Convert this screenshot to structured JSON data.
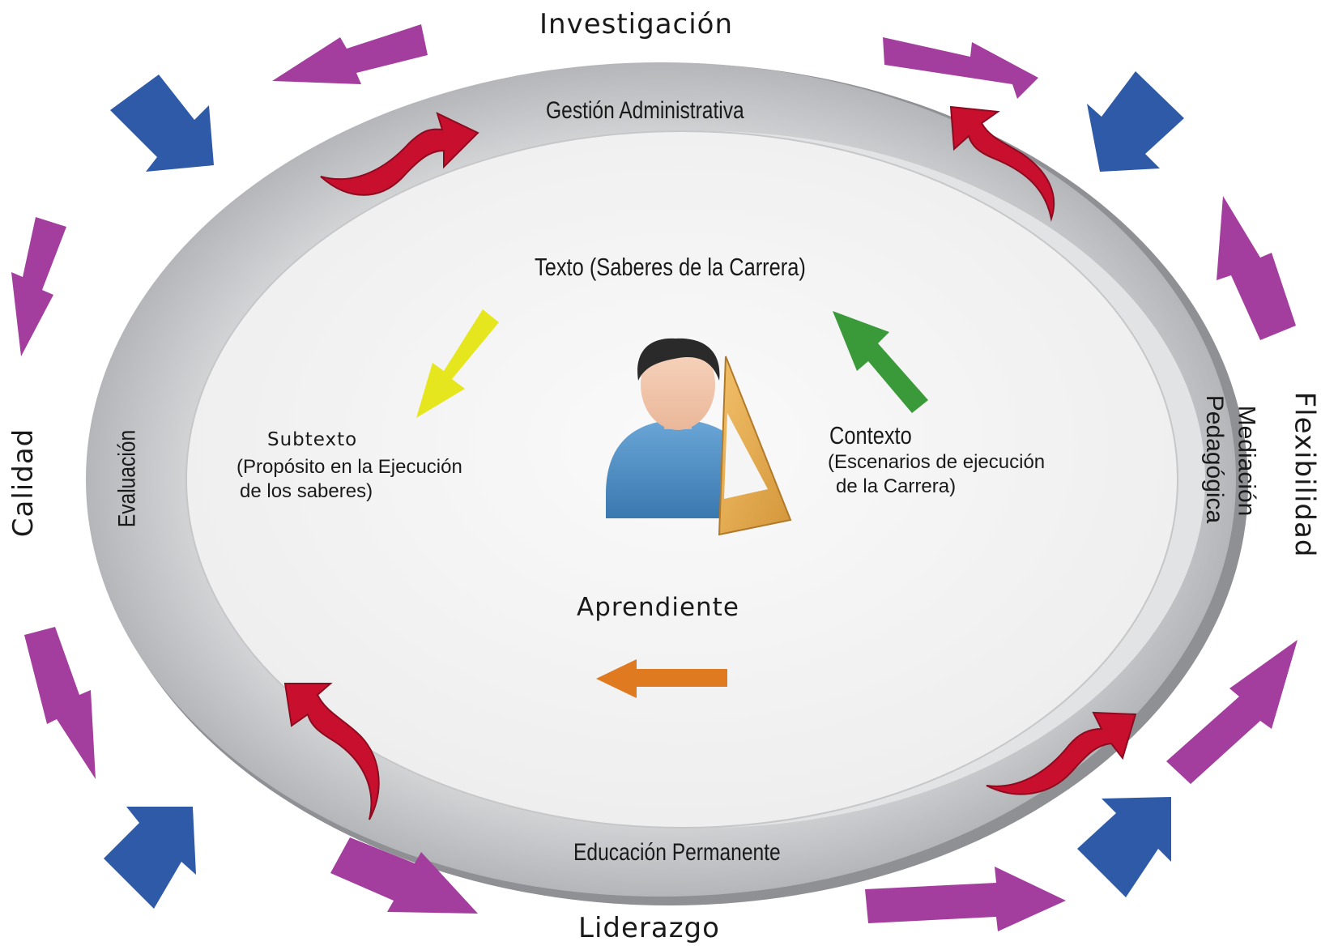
{
  "outer_labels": {
    "top": "Investigación",
    "left": "Calidad",
    "right": "Flexibilidad",
    "bottom": "Liderazgo"
  },
  "ring_labels": {
    "top": "Gestión Administrativa",
    "left": "Evaluación",
    "right_line1": "Mediación",
    "right_line2": "Pedagógica",
    "bottom": "Educación Permanente"
  },
  "inner": {
    "top_title": "Texto (Saberes de la Carrera)",
    "left_title": "Subtexto",
    "left_line1": "(Propósito en la Ejecución",
    "left_line2": "de los saberes)",
    "right_title": "Contexto",
    "right_line1": "(Escenarios de ejecución",
    "right_line2": "de la Carrera)",
    "center": "Aprendiente"
  },
  "colors": {
    "purple_arrow": "#a43e9e",
    "blue_arrow": "#2e5aa8",
    "red_arrow": "#c8102e",
    "yellow_arrow": "#e6e61e",
    "green_arrow": "#3a9a3a",
    "orange_arrow": "#e07a20",
    "ring_gray": "#c9cacc",
    "inner_fill": "#f5f5f5"
  }
}
